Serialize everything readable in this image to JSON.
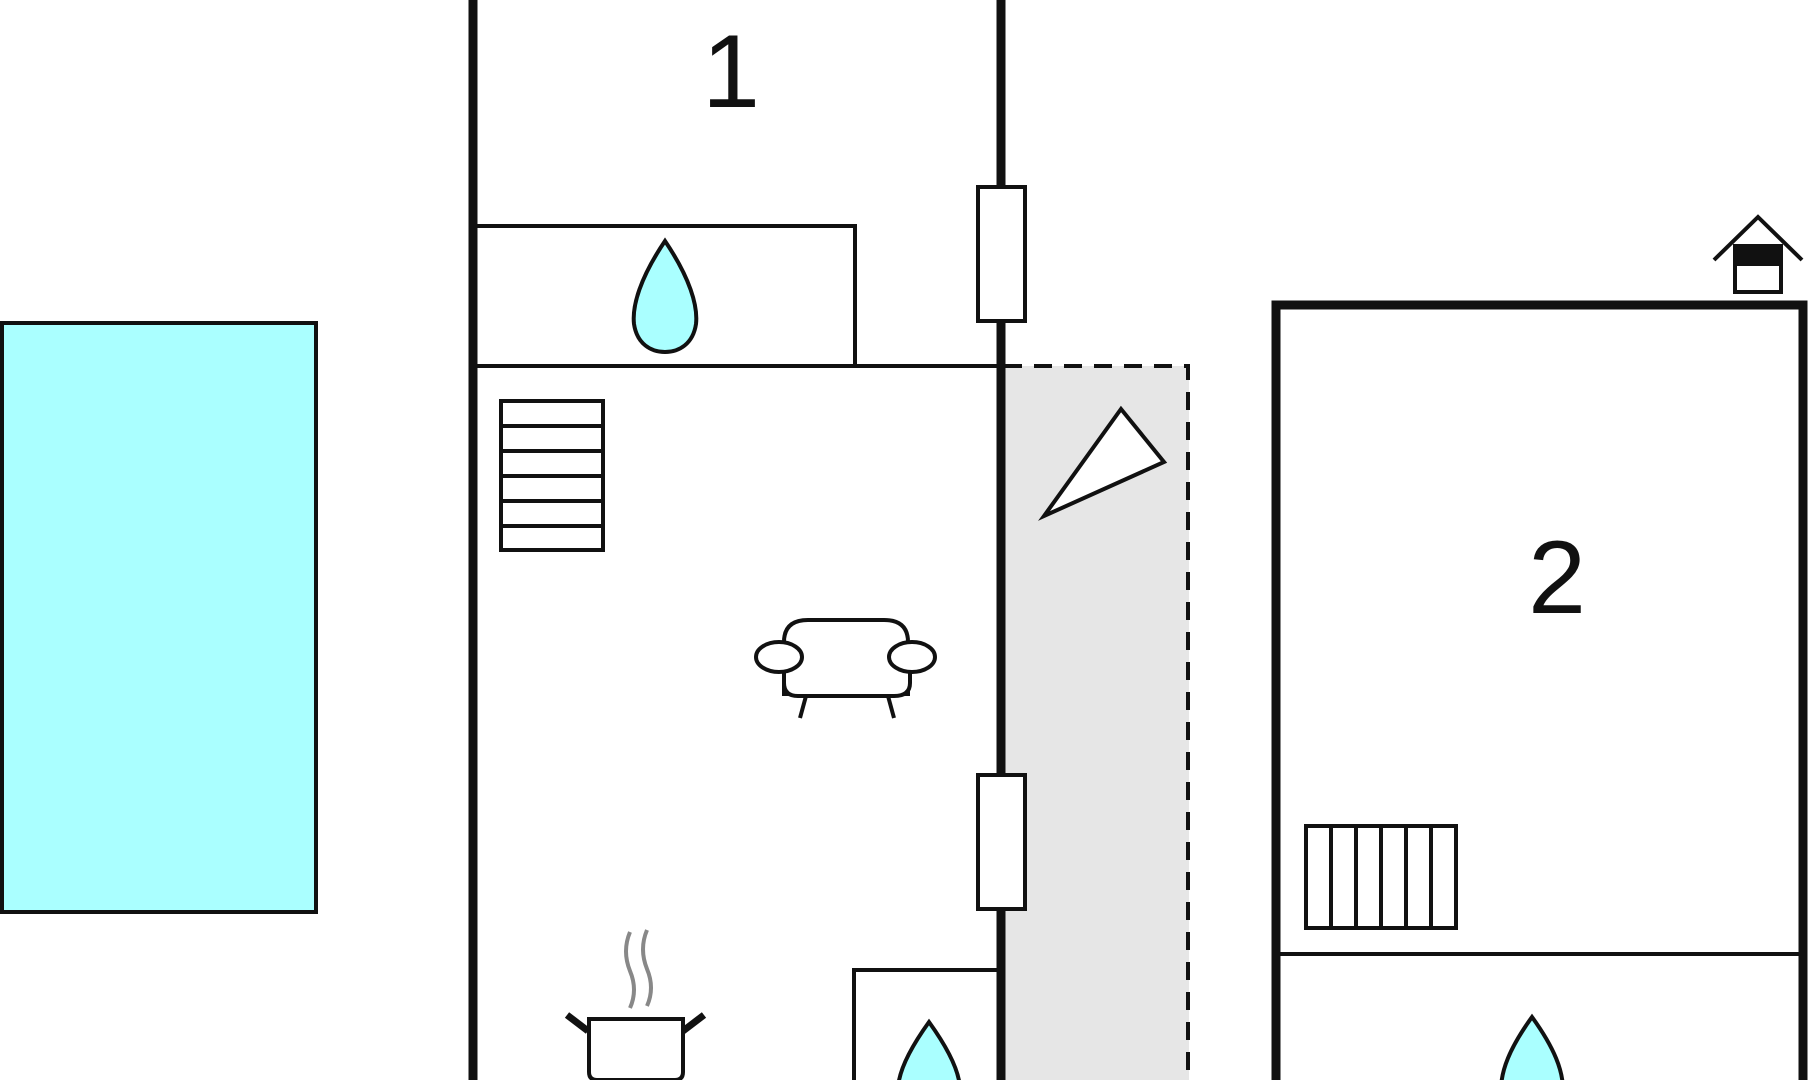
{
  "floor_plan": {
    "rooms": [
      {
        "number": "1"
      },
      {
        "number": "2"
      }
    ],
    "icons": [
      "pool",
      "bathroom-water-drop-icon",
      "bathroom-water-drop-icon",
      "bathroom-water-drop-icon",
      "staircase-icon",
      "staircase-icon",
      "sofa-icon",
      "cooking-pot-icon",
      "terrace-umbrella-icon",
      "house-icon",
      "window"
    ],
    "colors": {
      "wall": "#111111",
      "water": "#aaffff",
      "terrace": "#e6e6e6",
      "steam": "#888888",
      "background": "#ffffff"
    }
  }
}
